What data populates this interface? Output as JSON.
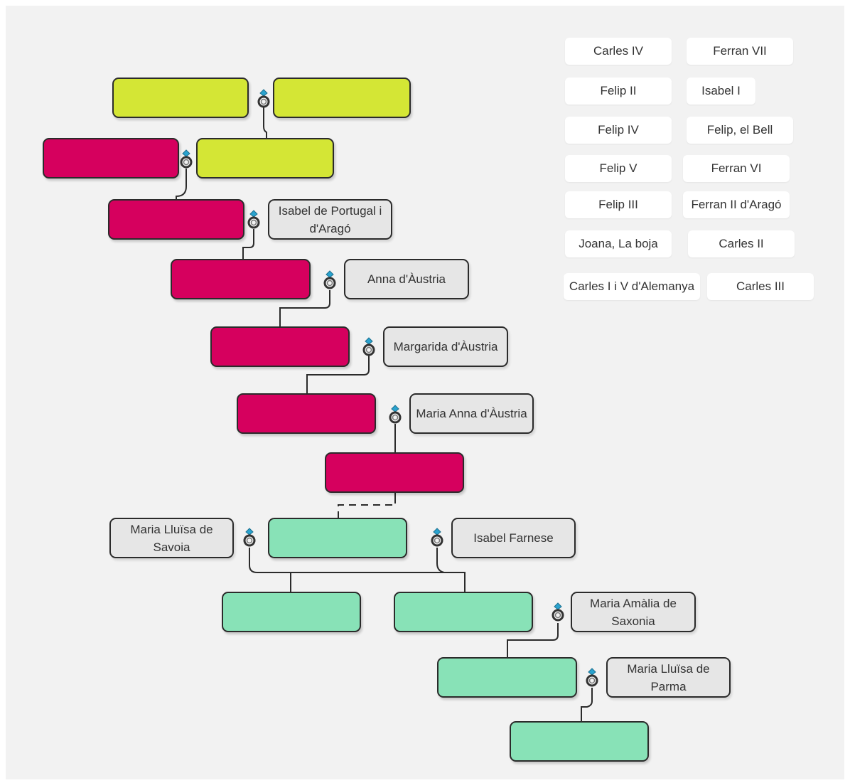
{
  "spouses": {
    "s1": "Isabel de Portugal i d'Aragó",
    "s2": "Anna d'Àustria",
    "s3": "Margarida d'Àustria",
    "s4": "Maria Anna d'Àustria",
    "s5": "Maria Lluïsa de Savoia",
    "s6": "Isabel Farnese",
    "s7": "Maria Amàlia de Saxonia",
    "s8": "Maria Lluïsa de Parma"
  },
  "name_cards": [
    "Carles IV",
    "Ferran VII",
    "Felip II",
    "Isabel I",
    "Felip IV",
    "Felip, el Bell",
    "Felip V",
    "Ferran VI",
    "Felip III",
    "Ferran II d'Aragó",
    "Joana, La boja",
    "Carles II",
    "Carles I i V d'Alemanya",
    "Carles III"
  ],
  "colors": {
    "background": "#f2f2f2",
    "lime": "#d4e635",
    "crimson": "#d6005e",
    "mint": "#88e2b7",
    "spouse_box": "#e6e6e6",
    "card": "#ffffff",
    "ring_gem": "#2aa3cf"
  },
  "icons": {
    "marriage": "wedding-ring-icon"
  }
}
